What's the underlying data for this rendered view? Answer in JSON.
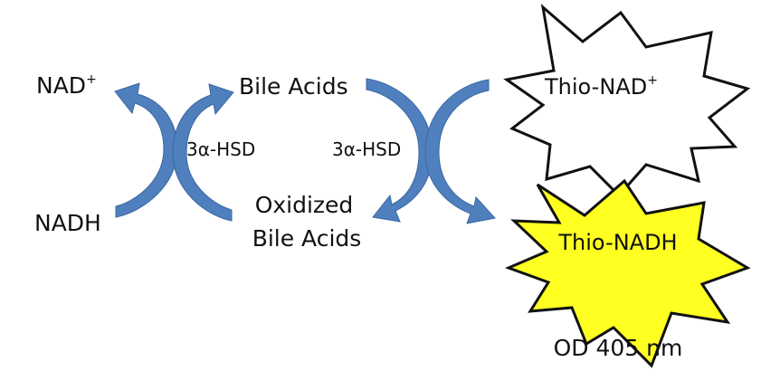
{
  "labels": {
    "nad_plus": "NAD",
    "nad_plus_sup": "+",
    "nadh": "NADH",
    "bile_acids": "Bile Acids",
    "oxidized_line1": "Oxidized",
    "oxidized_line2": "Bile Acids",
    "enzyme_left": "3α-HSD",
    "enzyme_right": "3α-HSD",
    "thio_nad_plus": "Thio-NAD",
    "thio_nad_plus_sup": "+",
    "thio_nadh": "Thio-NADH",
    "od_readout": "OD 405 nm"
  },
  "colors": {
    "arrow_fill": "#4f7fbd",
    "arrow_edge": "#3a67a3",
    "star_oxidized_fill": "#ffffff",
    "star_reduced_fill": "#ffff22",
    "star_stroke": "#111111",
    "text": "#111111"
  },
  "icons": {
    "arrow": "curved-arrow",
    "star": "explosion-burst"
  }
}
